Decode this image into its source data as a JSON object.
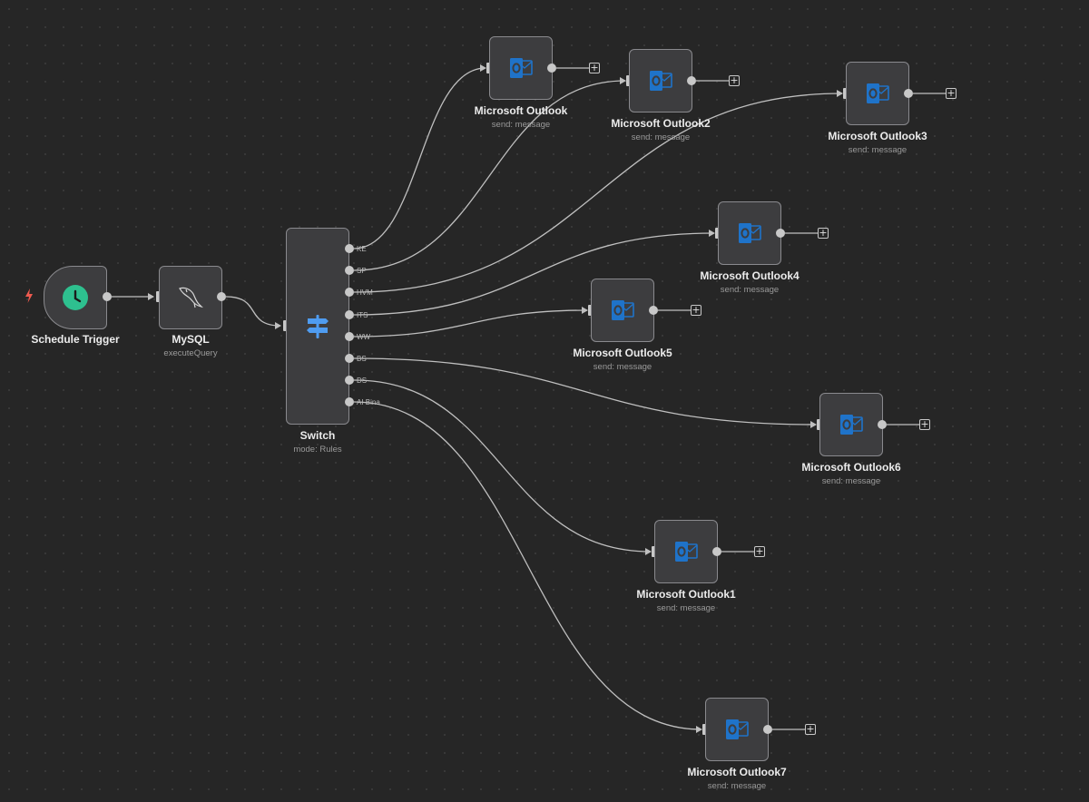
{
  "colors": {
    "canvas_bg": "#262626",
    "node_bg": "#3d3d3f",
    "node_border": "#8a8a8e",
    "edge": "#bfbfbf",
    "trigger_icon": "#2ec08f",
    "outlook_icon": "#1f73c9",
    "switch_icon": "#4f9cf0",
    "bolt": "#f05a4f"
  },
  "workflow": {
    "trigger": {
      "name": "Schedule Trigger",
      "icon": "clock-icon"
    },
    "mysql": {
      "name": "MySQL",
      "subtitle": "executeQuery",
      "icon": "mysql-dolphin-icon"
    },
    "switch": {
      "name": "Switch",
      "subtitle": "mode: Rules",
      "icon": "signpost-icon",
      "outputs": [
        "KE",
        "SP",
        "HVM",
        "ITS",
        "WW",
        "BS",
        "DS",
        "AI Bina"
      ]
    },
    "outlook_nodes": [
      {
        "name": "Microsoft Outlook",
        "subtitle": "send: message"
      },
      {
        "name": "Microsoft Outlook2",
        "subtitle": "send: message"
      },
      {
        "name": "Microsoft Outlook3",
        "subtitle": "send: message"
      },
      {
        "name": "Microsoft Outlook4",
        "subtitle": "send: message"
      },
      {
        "name": "Microsoft Outlook5",
        "subtitle": "send: message"
      },
      {
        "name": "Microsoft Outlook6",
        "subtitle": "send: message"
      },
      {
        "name": "Microsoft Outlook1",
        "subtitle": "send: message"
      },
      {
        "name": "Microsoft Outlook7",
        "subtitle": "send: message"
      }
    ]
  }
}
